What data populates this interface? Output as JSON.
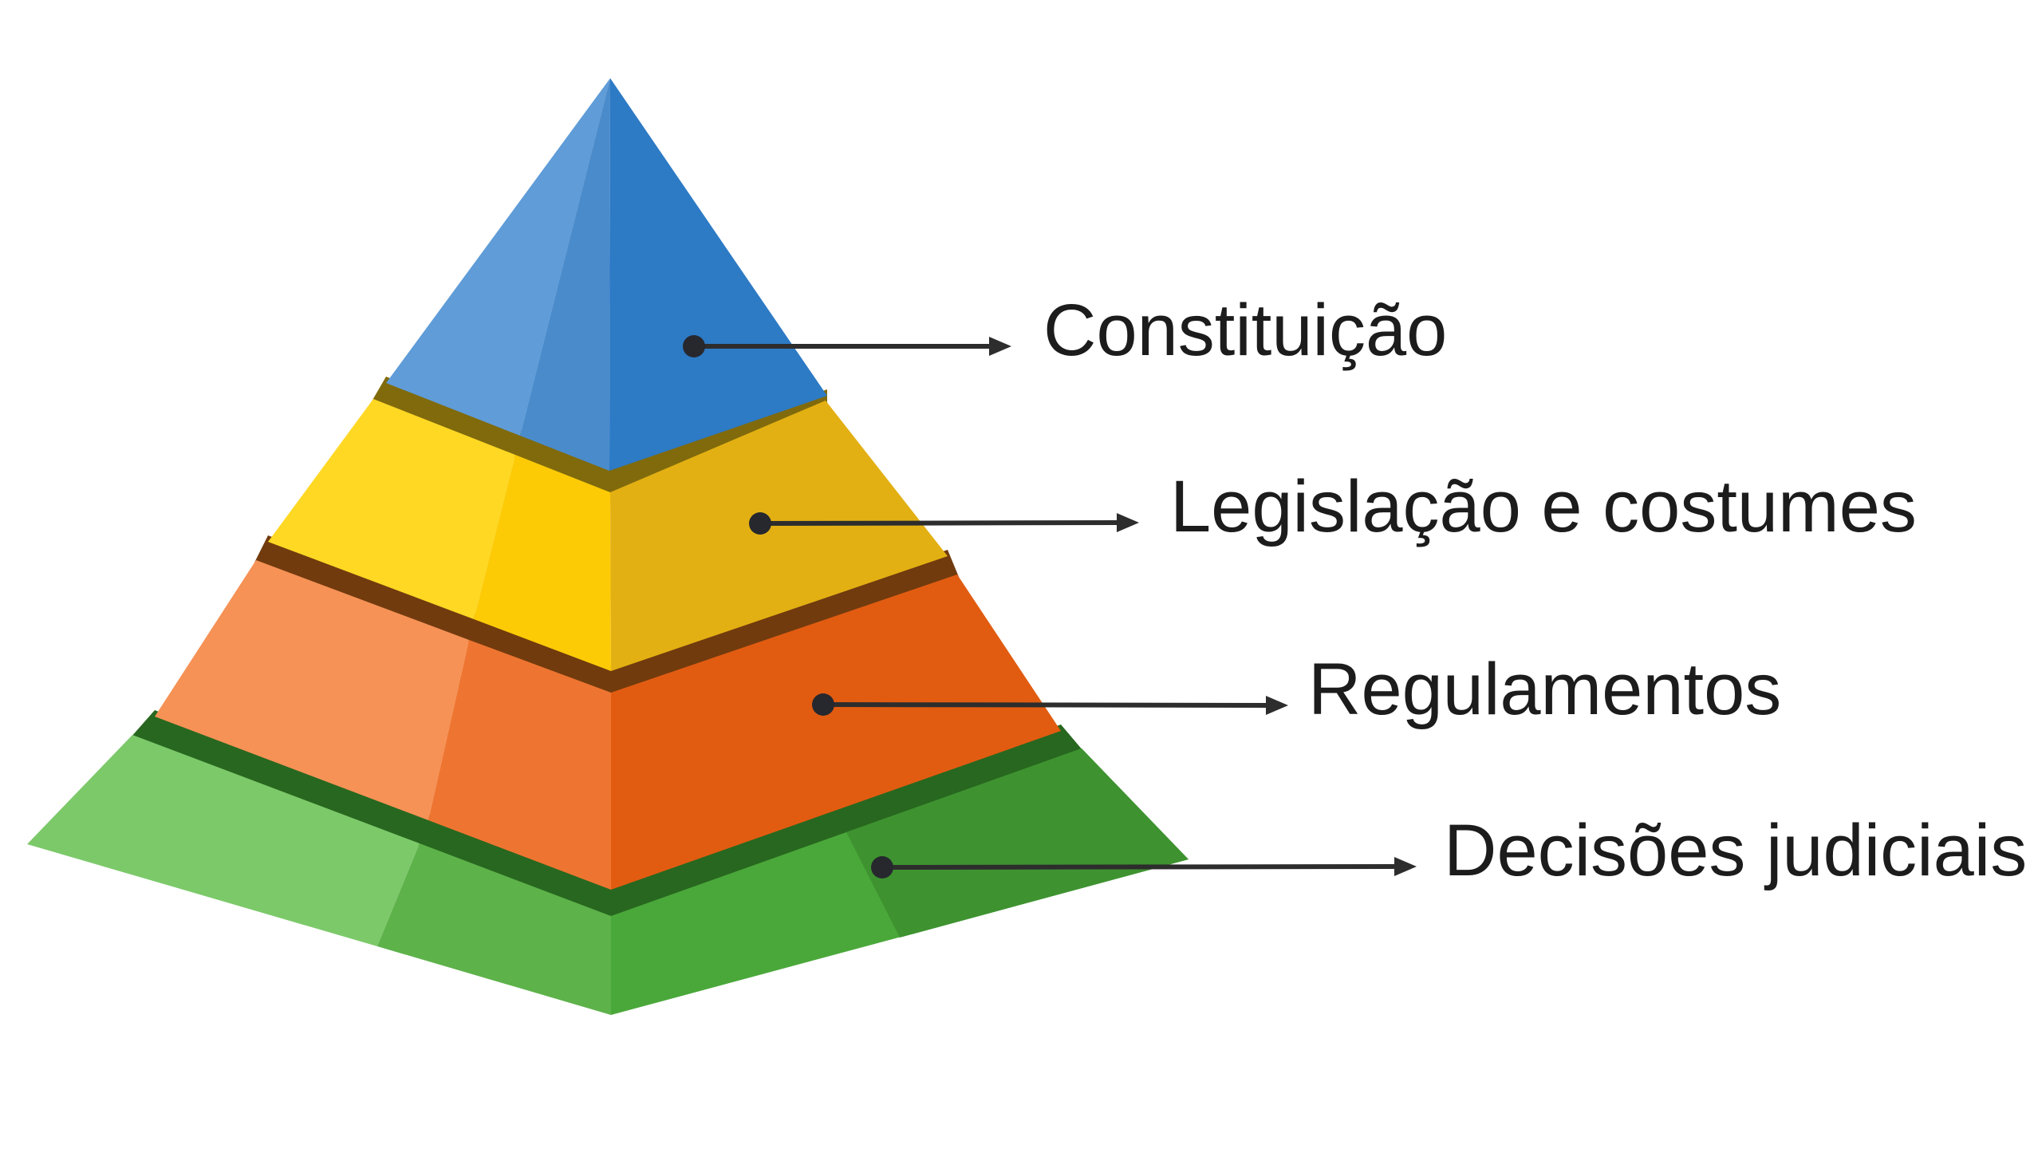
{
  "page": {
    "background_color": "#ffffff",
    "label_text_color": "#1c1c1c"
  },
  "diagram": {
    "type": "pyramid-hierarchy",
    "language": "pt",
    "levels": [
      {
        "id": "constituicao",
        "rank": 1,
        "label": "Constituição",
        "colors": {
          "left": "#5f9cd8",
          "left_shade": "#4a8bcb",
          "right": "#2d7ac5"
        }
      },
      {
        "id": "legislacao-e-costumes",
        "rank": 2,
        "label": "Legislação e costumes",
        "colors": {
          "band": "#806a0c",
          "left": "#ffd824",
          "left_shade": "#fccb06",
          "right": "#e3b013"
        }
      },
      {
        "id": "regulamentos",
        "rank": 3,
        "label": "Regulamentos",
        "colors": {
          "band": "#713b0e",
          "left": "#f69256",
          "left_shade": "#ee7531",
          "right": "#e15c11"
        }
      },
      {
        "id": "decisoes-judiciais",
        "rank": 4,
        "label": "Decisões judiciais",
        "colors": {
          "band": "#28671f",
          "left": "#7cc96a",
          "left_shade": "#5db24a",
          "right": "#4aa83a",
          "right_shade": "#3e9330"
        }
      }
    ],
    "connector": {
      "line_color": "#2d2d2d",
      "dot_color": "#26282e",
      "arrow_color": "#2d2d2d"
    }
  }
}
